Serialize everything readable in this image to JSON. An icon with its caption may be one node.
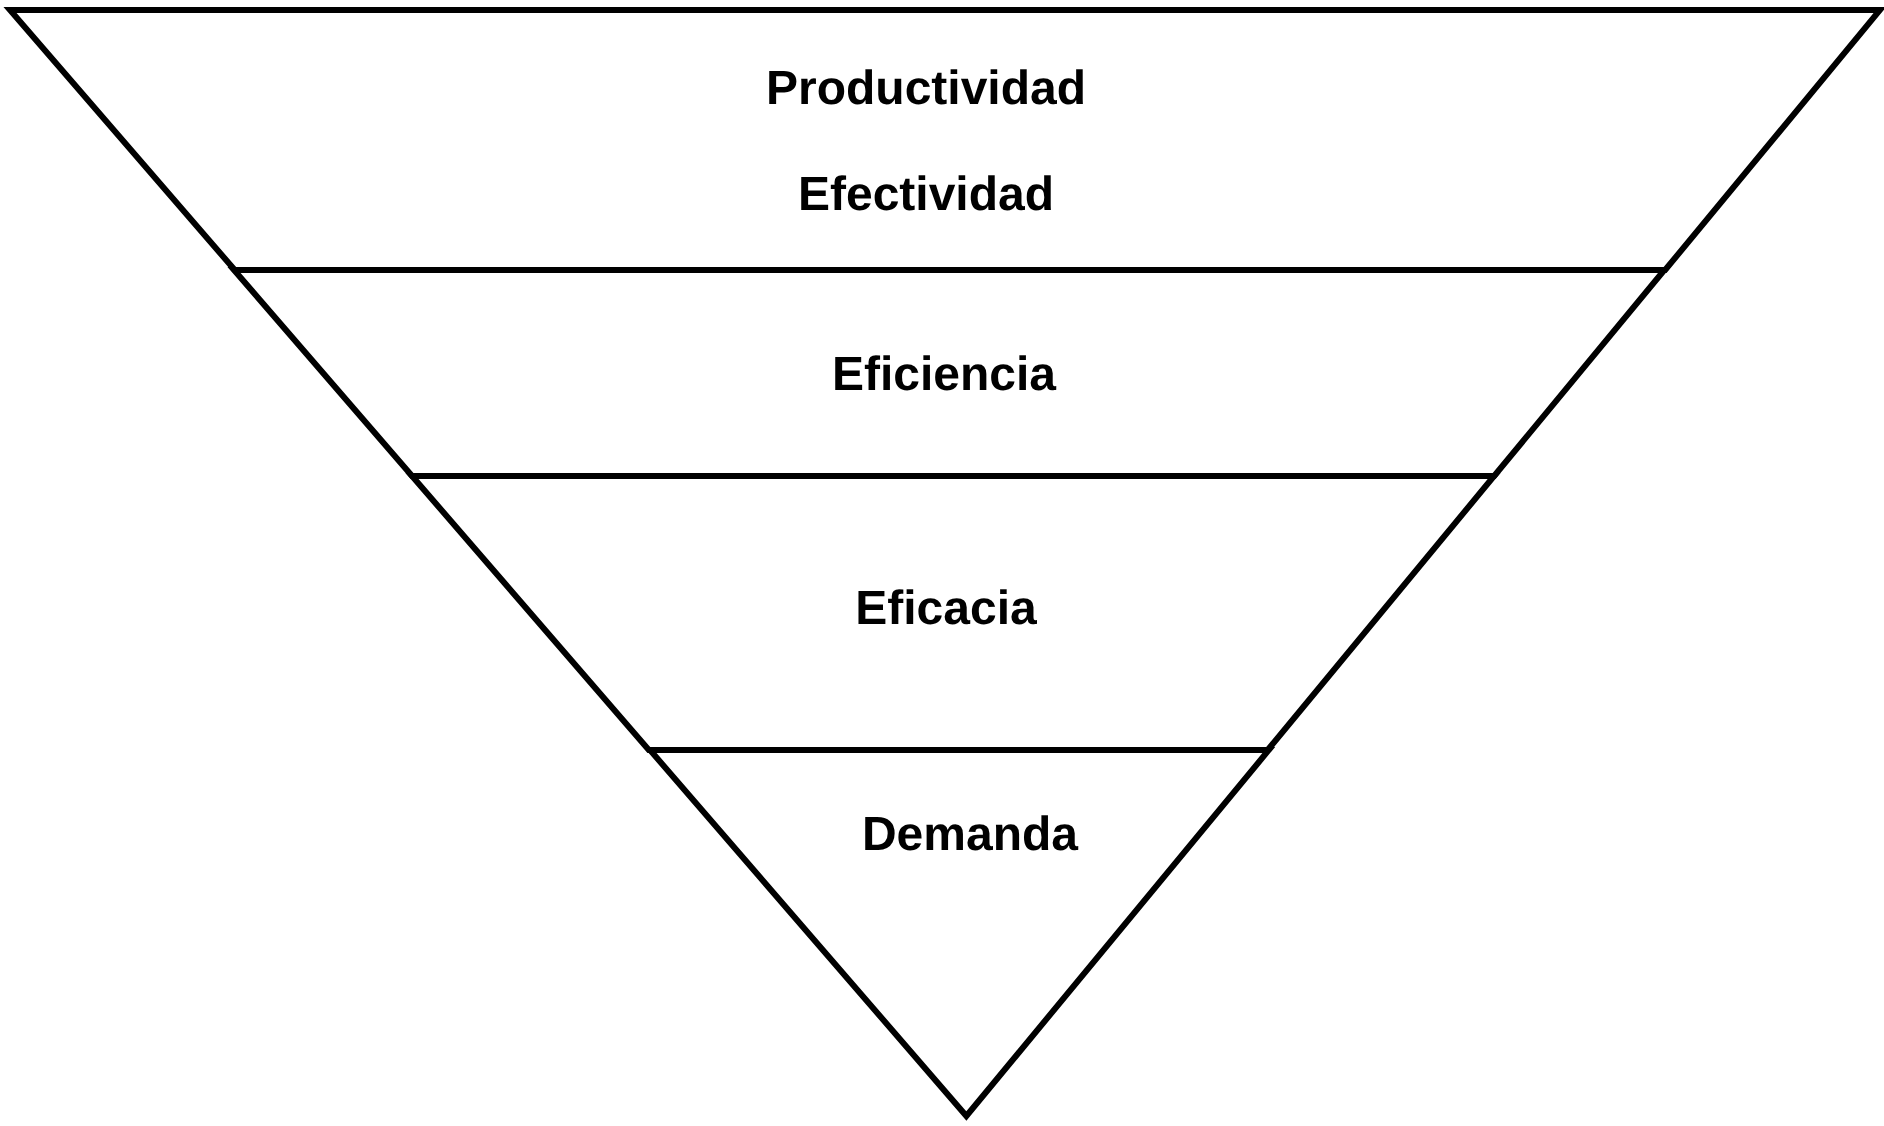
{
  "diagram": {
    "nodes": [
      {
        "text": [
          "Productividad",
          "Efectividad"
        ]
      },
      {
        "text": [
          "Eficiencia"
        ]
      },
      {
        "text": [
          "Eficacia"
        ]
      },
      {
        "text": [
          "Demanda"
        ]
      }
    ]
  }
}
